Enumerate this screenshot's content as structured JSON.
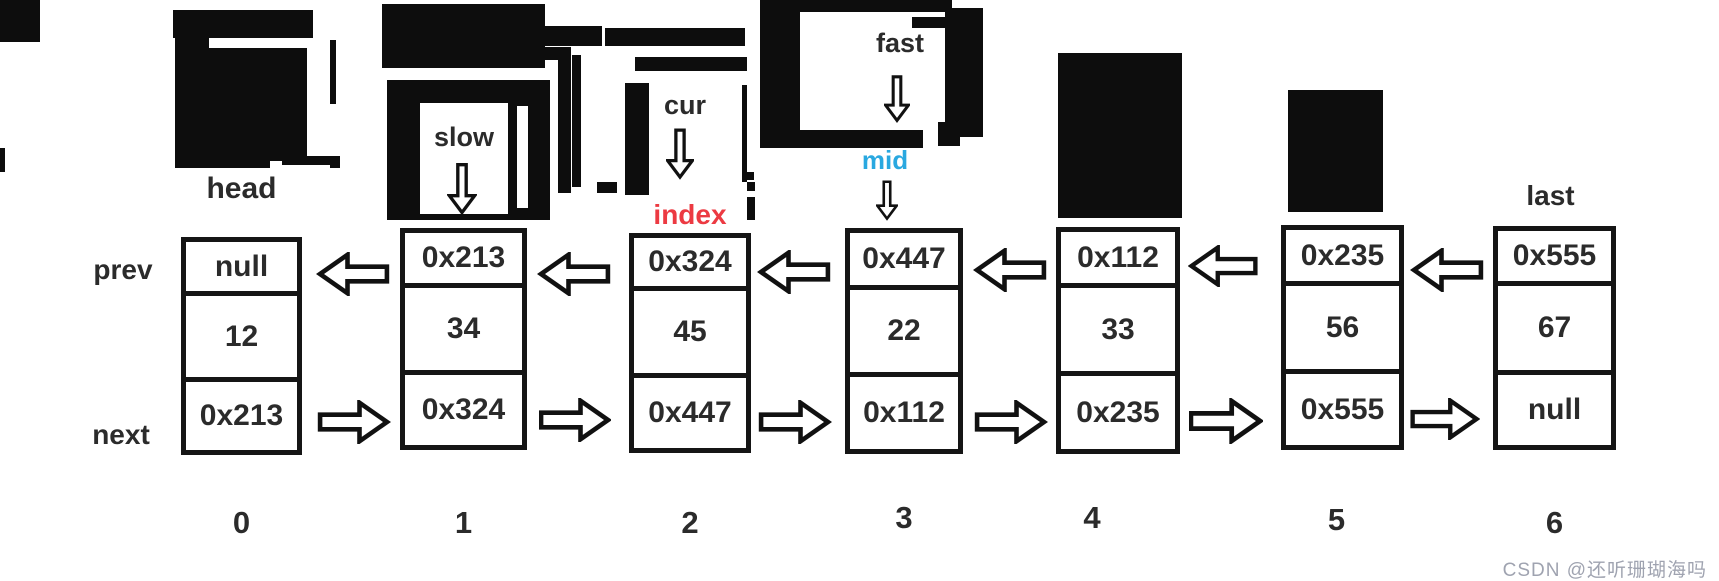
{
  "diagram": {
    "title_hint": "doubly linked list with prev/value/next cells",
    "pointers": {
      "head": "head",
      "slow": "slow",
      "cur": "cur",
      "fast": "fast",
      "mid": "mid",
      "index": "index",
      "last": "last"
    },
    "side_labels": {
      "prev": "prev",
      "next": "next"
    },
    "nodes": [
      {
        "idx": "0",
        "prev": "null",
        "value": "12",
        "next": "0x213"
      },
      {
        "idx": "1",
        "prev": "0x213",
        "value": "34",
        "next": "0x324"
      },
      {
        "idx": "2",
        "prev": "0x324",
        "value": "45",
        "next": "0x447"
      },
      {
        "idx": "3",
        "prev": "0x447",
        "value": "22",
        "next": "0x112"
      },
      {
        "idx": "4",
        "prev": "0x112",
        "value": "33",
        "next": "0x235"
      },
      {
        "idx": "5",
        "prev": "0x235",
        "value": "56",
        "next": "0x555"
      },
      {
        "idx": "6",
        "prev": "0x555",
        "value": "67",
        "next": "null"
      }
    ],
    "watermark": "CSDN @还听珊瑚海吗",
    "colors": {
      "ink": "#111111",
      "index_label": "#ec3a42",
      "mid_label": "#29a8e0",
      "watermark": "#9fa3b0"
    }
  }
}
